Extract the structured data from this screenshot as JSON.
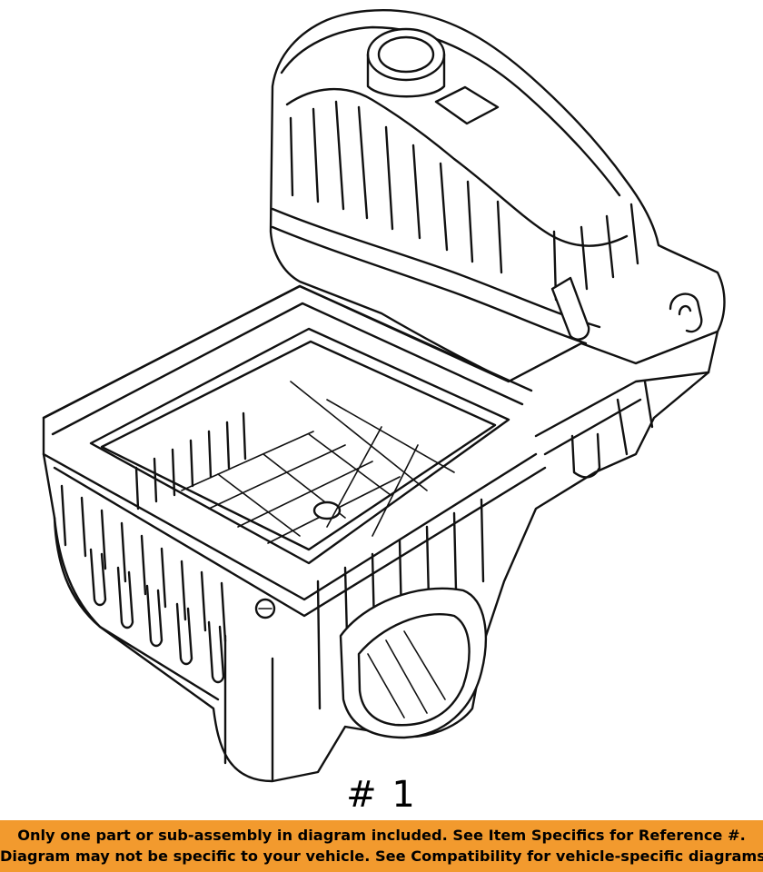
{
  "diagram": {
    "reference_label": "# 1",
    "part": "air cleaner box lower housing with resonator"
  },
  "notice": {
    "line1": "Only one part or sub-assembly in diagram included. See Item Specifics for Reference #.",
    "line2": "Diagram may not be specific to your vehicle. See Compatibility for vehicle-specific diagrams.",
    "background_color": "#f29a2e"
  }
}
